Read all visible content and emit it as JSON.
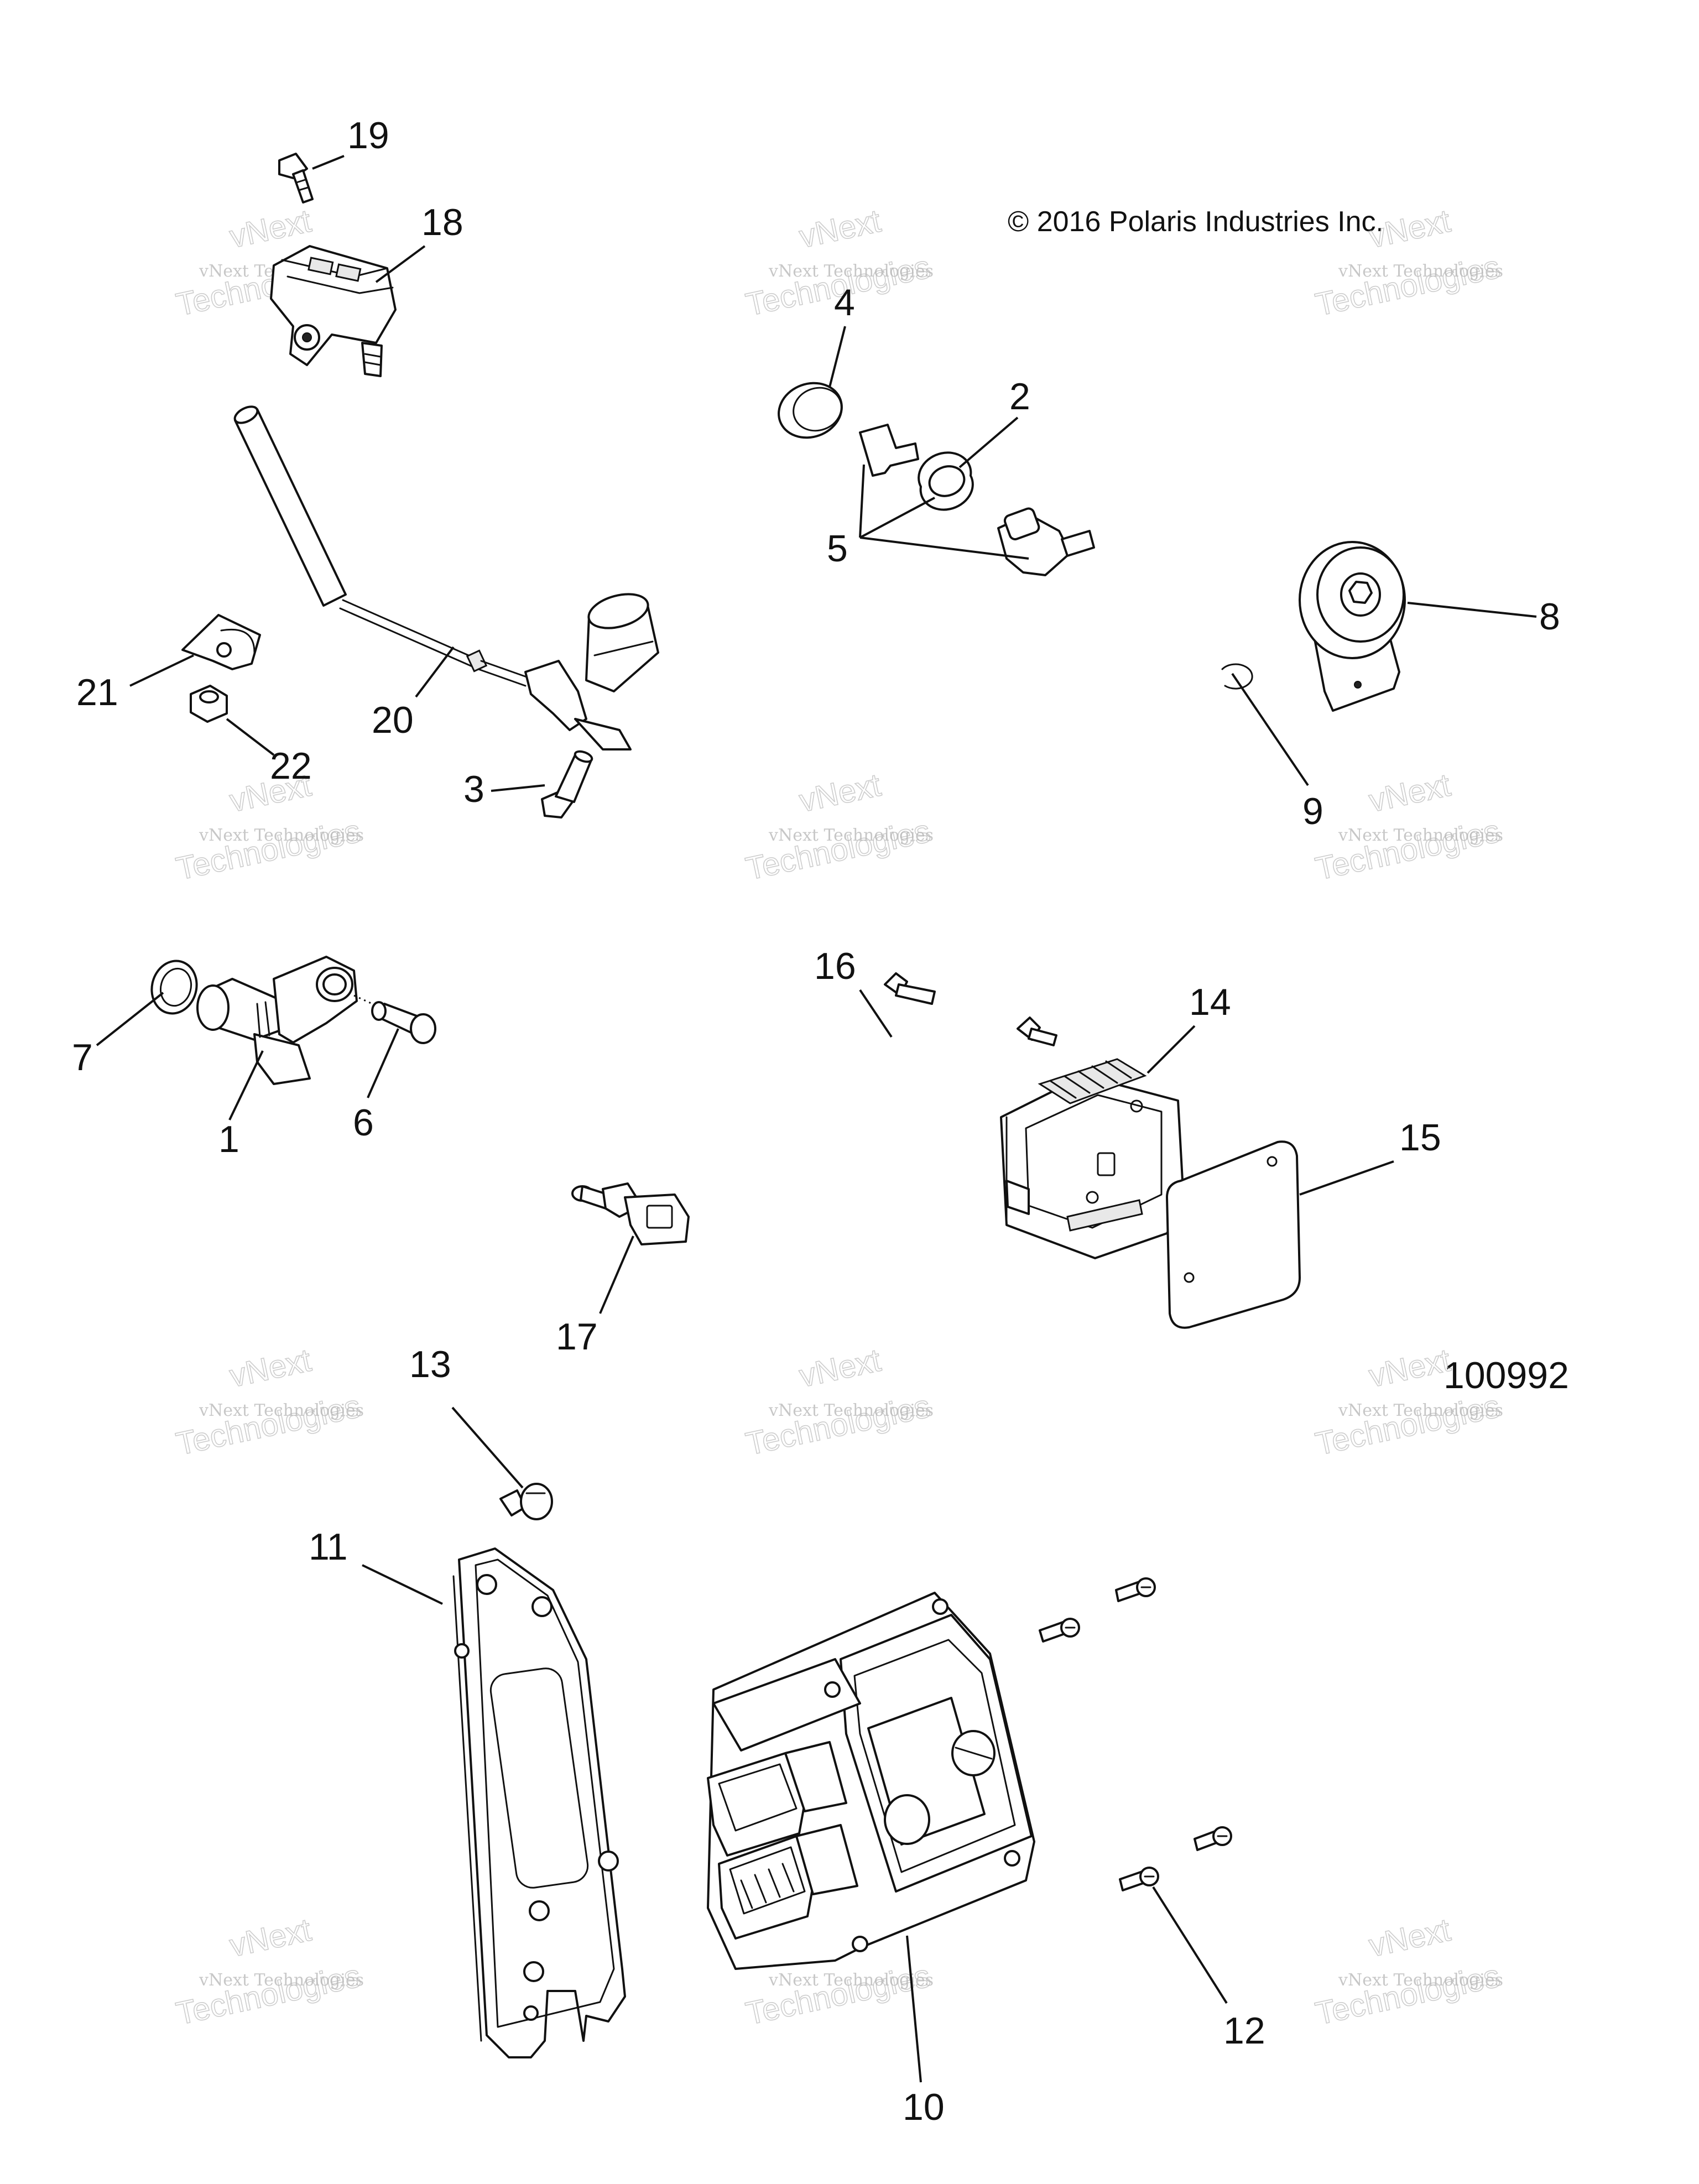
{
  "header": {
    "copyright": "© 2016 Polaris Industries Inc.",
    "figure_number": "100992"
  },
  "watermark": {
    "line1": "vNext Technologies",
    "line2": "vNext",
    "line3": "Technologies"
  },
  "callouts": {
    "c1": "1",
    "c2": "2",
    "c3": "3",
    "c4": "4",
    "c5": "5",
    "c6": "6",
    "c7": "7",
    "c8": "8",
    "c9": "9",
    "c10": "10",
    "c11": "11",
    "c12": "12",
    "c13": "13",
    "c14": "14",
    "c15": "15",
    "c16": "16",
    "c17": "17",
    "c18": "18",
    "c19": "19",
    "c20": "20",
    "c21": "21",
    "c22": "22"
  }
}
